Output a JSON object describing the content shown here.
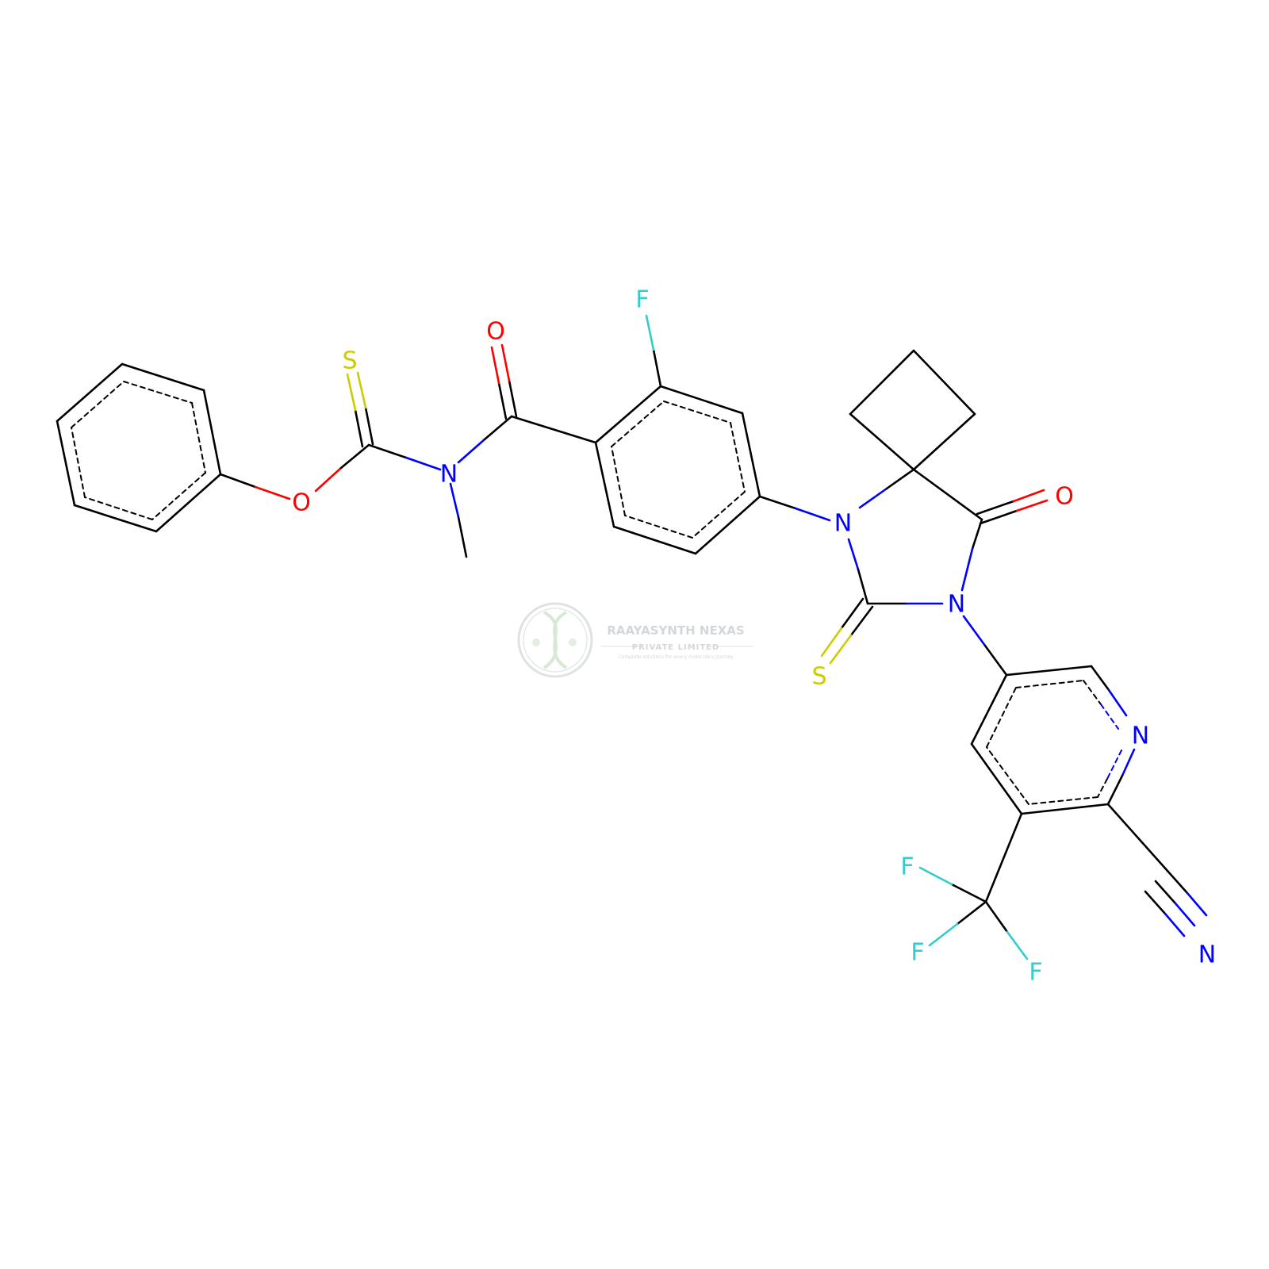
{
  "colors": {
    "bond": "#000000",
    "N": "#0000ff",
    "O": "#ff0000",
    "S": "#cccc00",
    "F": "#33cccc",
    "watermark": "#d4d7d9"
  },
  "watermark": {
    "title": "RAAYASYNTH NEXAS",
    "subtitle": "PRIVATE LIMITED",
    "tagline": "Complete solutions for every molecule's journey"
  },
  "atoms": [
    {
      "id": "S1",
      "label": "S",
      "el": "S"
    },
    {
      "id": "O1",
      "label": "O",
      "el": "O"
    },
    {
      "id": "F1",
      "label": "F",
      "el": "F"
    },
    {
      "id": "N1",
      "label": "N",
      "el": "N"
    },
    {
      "id": "O2",
      "label": "O",
      "el": "O"
    },
    {
      "id": "N2",
      "label": "N",
      "el": "N"
    },
    {
      "id": "O3",
      "label": "O",
      "el": "O"
    },
    {
      "id": "N3",
      "label": "N",
      "el": "N"
    },
    {
      "id": "S2",
      "label": "S",
      "el": "S"
    },
    {
      "id": "N4",
      "label": "N",
      "el": "N"
    },
    {
      "id": "F2",
      "label": "F",
      "el": "F"
    },
    {
      "id": "F3",
      "label": "F",
      "el": "F"
    },
    {
      "id": "F4",
      "label": "F",
      "el": "F"
    },
    {
      "id": "N5",
      "label": "N",
      "el": "N"
    }
  ]
}
